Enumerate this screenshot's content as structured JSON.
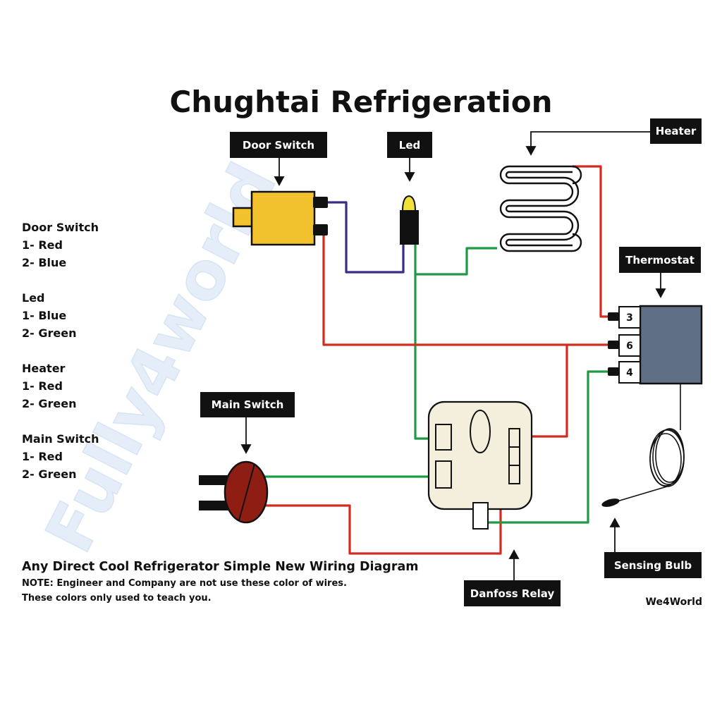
{
  "title": "Chughtai Refrigeration",
  "watermark": "Fully4world",
  "labels": {
    "door_switch": "Door Switch",
    "led": "Led",
    "heater": "Heater",
    "thermostat": "Thermostat",
    "main_switch": "Main Switch",
    "sensing_bulb": "Sensing Bulb",
    "danfoss_relay": "Danfoss Relay"
  },
  "legend": [
    {
      "name": "Door Switch",
      "items": [
        "1- Red",
        "2- Blue"
      ]
    },
    {
      "name": "Led",
      "items": [
        "1- Blue",
        "2- Green"
      ]
    },
    {
      "name": "Heater",
      "items": [
        "1- Red",
        "2- Green"
      ]
    },
    {
      "name": "Main Switch",
      "items": [
        "1- Red",
        "2- Green"
      ]
    }
  ],
  "thermostat_terminals": [
    "3",
    "6",
    "4"
  ],
  "caption": {
    "heading": "Any Direct Cool Refrigerator Simple New Wiring Diagram",
    "note_line1": "NOTE: Engineer and Company are not use these color of wires.",
    "note_line2": "These colors only used to teach you."
  },
  "credit": "We4World",
  "colors": {
    "red_wire": "#d42a20",
    "green_wire": "#1e9a45",
    "blue_wire": "#3a2a8a",
    "door_switch_body": "#f2c12e",
    "thermostat_body": "#5f6f86",
    "relay_body": "#f3efdc",
    "main_switch_body": "#8e1e14",
    "tag_background": "#111111"
  }
}
